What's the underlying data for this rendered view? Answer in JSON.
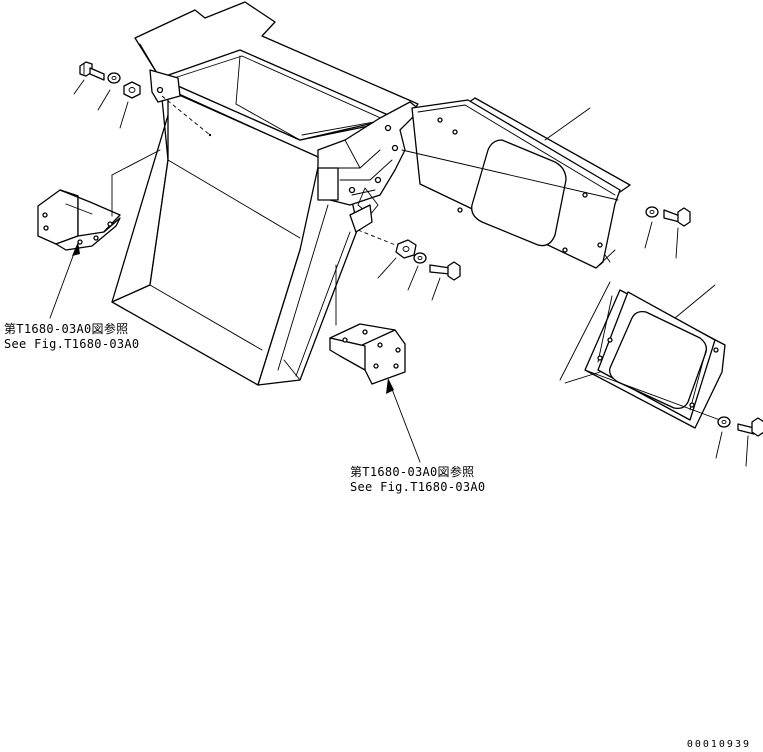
{
  "references": {
    "left": {
      "jp": "第T1680-03A0図参照",
      "en": "See Fig.T1680-03A0"
    },
    "center": {
      "jp": "第T1680-03A0図参照",
      "en": "See Fig.T1680-03A0"
    }
  },
  "document_number": "00010939"
}
